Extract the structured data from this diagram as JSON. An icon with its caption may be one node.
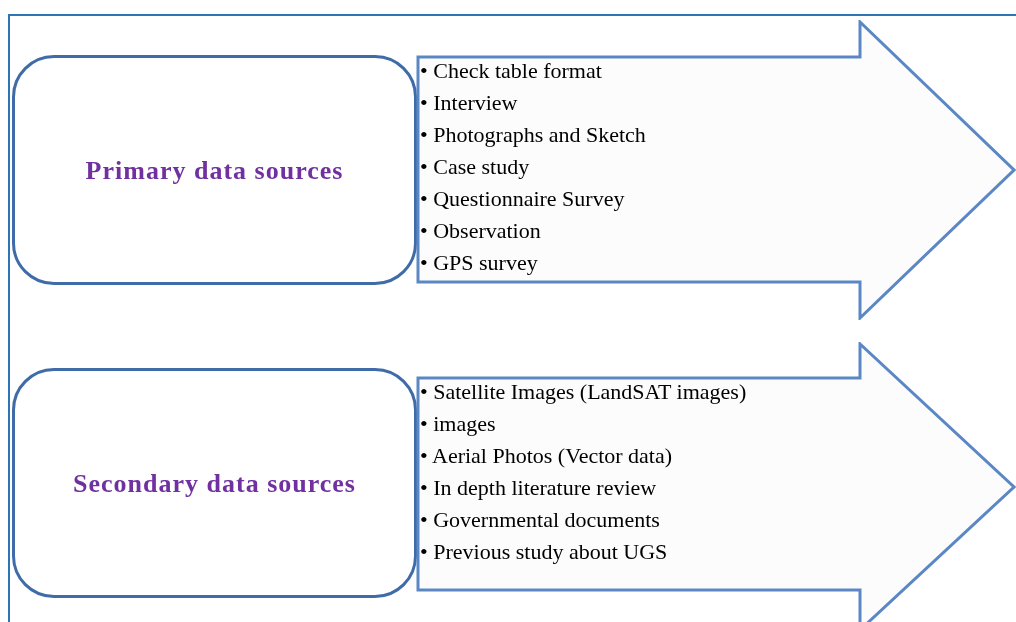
{
  "diagram": {
    "nodes": [
      {
        "text": [
          "Primary data sources"
        ]
      },
      {
        "text": [
          "• Check table format",
          "• Interview",
          "• Photographs and Sketch",
          "• Case study",
          "• Questionnaire Survey",
          "• Observation",
          "• GPS survey"
        ]
      },
      {
        "text": [
          "Secondary data sources"
        ]
      },
      {
        "text": [
          "• Satellite Images (LandSAT images)",
          "• images",
          "• Aerial Photos (Vector data)",
          "• In depth literature review",
          "• Governmental documents",
          "• Previous study about UGS"
        ]
      }
    ]
  }
}
